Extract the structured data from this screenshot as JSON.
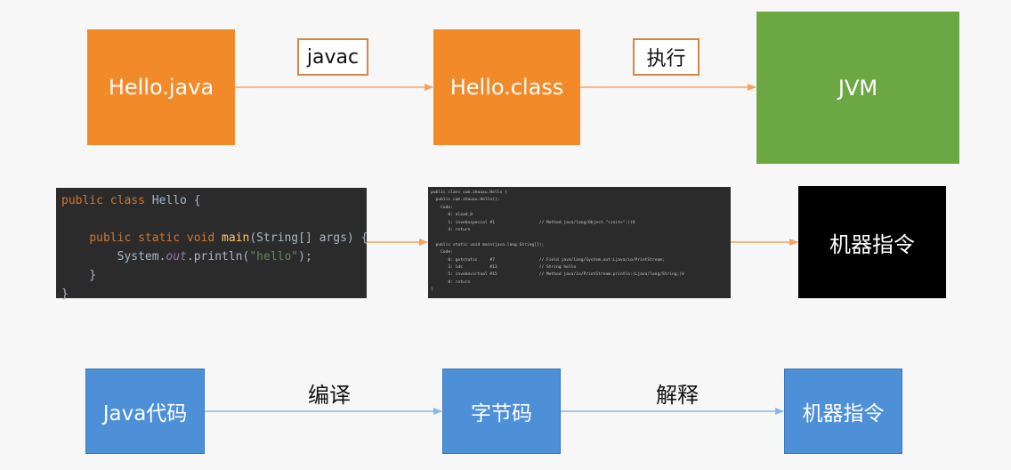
{
  "row1": {
    "source_file": "Hello.java",
    "compile_label": "javac",
    "class_file": "Hello.class",
    "execute_label": "执行",
    "runtime": "JVM"
  },
  "row2": {
    "source_code": [
      "public class Hello {",
      "",
      "    public static void main(String[] args) {",
      "        System.out.println(\"hello\");",
      "    }",
      "}"
    ],
    "bytecode": [
      "public class com.zhouxu.Hello {",
      "  public com.zhouxu.Hello();",
      "    Code:",
      "       0: aload_0",
      "       1: invokespecial #1                  // Method java/lang/Object.\"<init>\":()V",
      "       4: return",
      "",
      "  public static void main(java.lang.String[]);",
      "    Code:",
      "       0: getstatic     #7                  // Field java/lang/System.out:Ljava/io/PrintStream;",
      "       3: ldc           #13                 // String hello",
      "       5: invokevirtual #15                 // Method java/io/PrintStream.println:(Ljava/lang/String;)V",
      "       8: return",
      "}"
    ],
    "machine_code": "机器指令"
  },
  "row3": {
    "java_code": "Java代码",
    "compile_label": "编译",
    "bytecode": "字节码",
    "interpret_label": "解释",
    "machine_code": "机器指令"
  },
  "colors": {
    "orange": "#f38a2a",
    "green": "#6ba843",
    "blue": "#4e90d8",
    "arrow_orange": "#f5a25a",
    "arrow_blue": "#8ab8e6"
  }
}
